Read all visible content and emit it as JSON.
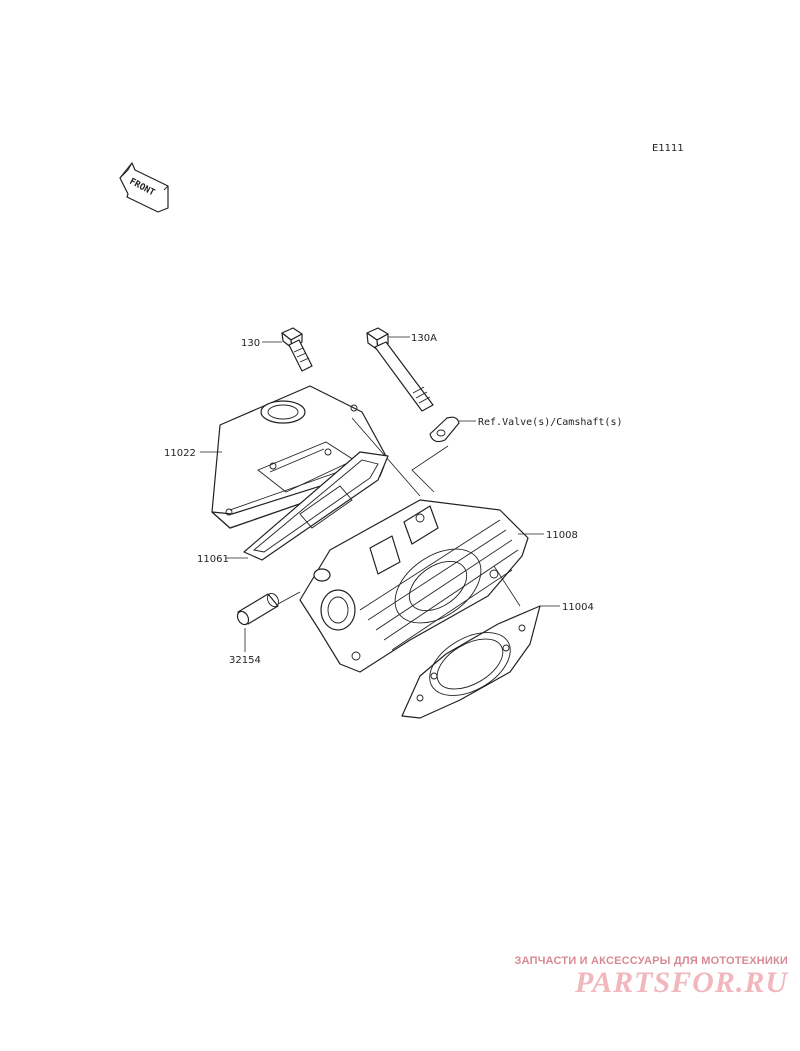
{
  "diagram": {
    "code": "E1111",
    "front_label": "FRONT",
    "ref_note": "Ref.Valve(s)/Camshaft(s)",
    "parts": [
      {
        "id": "130"
      },
      {
        "id": "130A"
      },
      {
        "id": "11022"
      },
      {
        "id": "11061"
      },
      {
        "id": "11008"
      },
      {
        "id": "11004"
      },
      {
        "id": "32154"
      }
    ]
  },
  "watermark": {
    "tagline": "ЗАПЧАСТИ И АКСЕССУАРЫ ДЛЯ МОТОТЕХНИКИ",
    "logo": "PARTSFOR.RU"
  },
  "colors": {
    "line": "#222222",
    "watermark_text": "#d88a94",
    "watermark_logo": "#f1b7bd"
  }
}
